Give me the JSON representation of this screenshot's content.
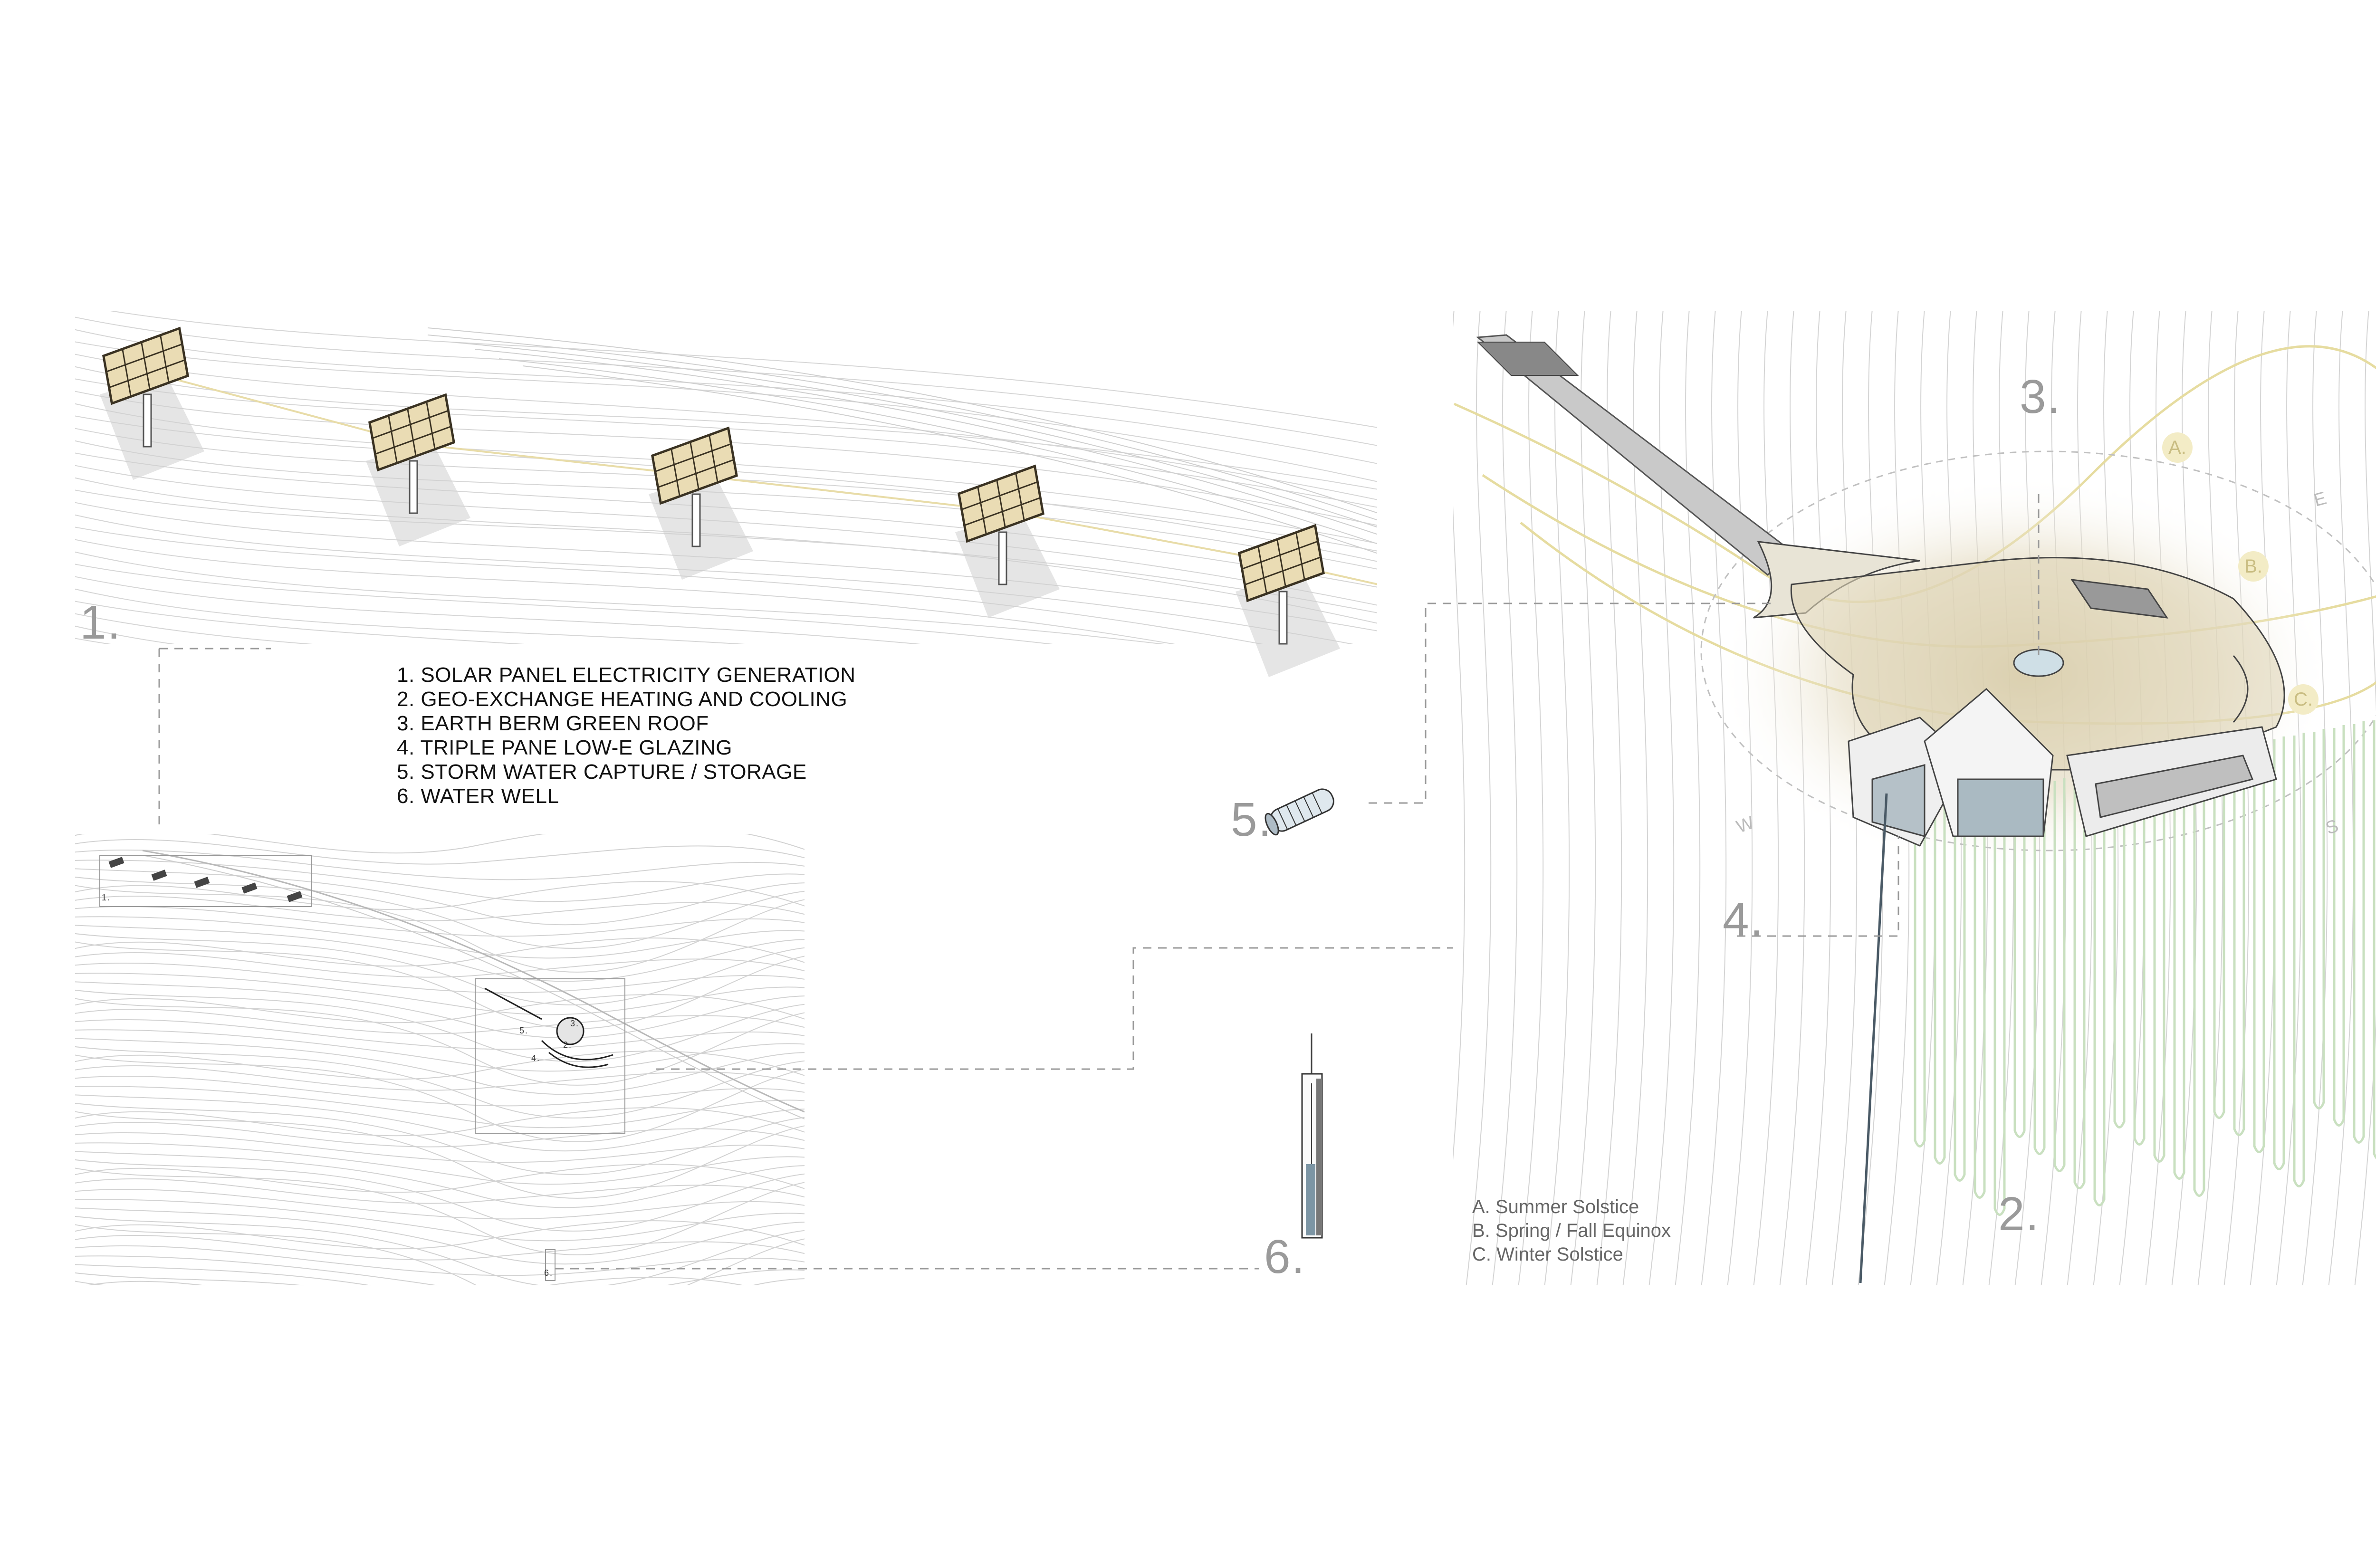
{
  "legend": {
    "items": [
      "1. SOLAR PANEL ELECTRICITY GENERATION",
      "2. GEO-EXCHANGE HEATING AND COOLING",
      "3. EARTH BERM GREEN ROOF",
      "4. TRIPLE PANE LOW-E GLAZING",
      "5. STORM WATER CAPTURE / STORAGE",
      "6. WATER WELL"
    ]
  },
  "callouts": {
    "c1": "1.",
    "c2": "2.",
    "c3": "3.",
    "c4": "4.",
    "c5": "5.",
    "c6": "6."
  },
  "site_plan_labels": {
    "s1": "1.",
    "s2": "2.",
    "s3": "3.",
    "s4": "4.",
    "s5": "5.",
    "s6": "6."
  },
  "sun_paths": {
    "markers": [
      "A.",
      "B.",
      "C."
    ],
    "legend": [
      "A. Summer Solstice",
      "B. Spring / Fall Equinox",
      "C. Winter Solstice"
    ]
  },
  "compass": {
    "east": "E",
    "west": "W",
    "south": "S"
  },
  "colors": {
    "contour": "#d4d4d4",
    "solar_panel": "#eadcb4",
    "solar_frame": "#3a3222",
    "sun_path": "#e6dca0",
    "geo_loops": "#c9e0c0",
    "roof_glow": "#d8ccaa",
    "leader_dash": "#9a9a9a",
    "callout_text": "#9a9a9a"
  },
  "icons": {
    "panel": "solar-panel-icon",
    "tank": "storm-water-tank-icon",
    "well": "water-well-icon",
    "building": "berm-house-icon"
  }
}
